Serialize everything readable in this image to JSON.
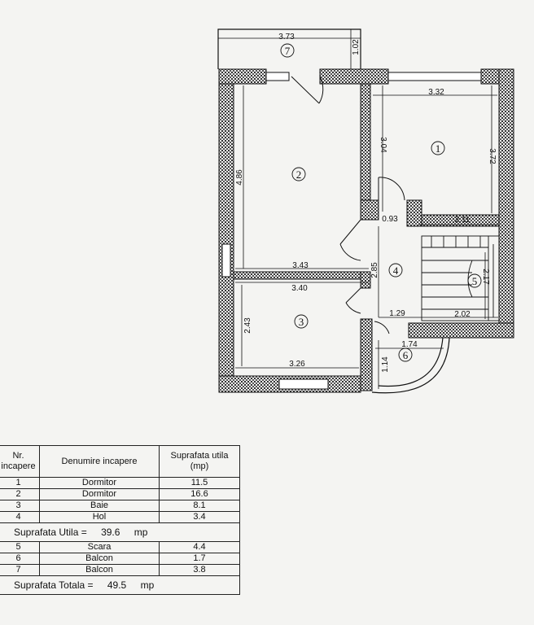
{
  "plan": {
    "dimensions": {
      "d373": "3.73",
      "d102": "1.02",
      "d332": "3.32",
      "d304": "3.04",
      "d372": "3.72",
      "d486": "4.86",
      "d093": "0.93",
      "d211": "2.11",
      "d343": "3.43",
      "d285": "2.85",
      "d340": "3.40",
      "d217": "2.17",
      "d243": "2.43",
      "d129": "1.29",
      "d202": "2.02",
      "d174": "1.74",
      "d114": "1.14",
      "d326": "3.26"
    },
    "room_numbers": [
      "1",
      "2",
      "3",
      "4",
      "5",
      "6",
      "7"
    ]
  },
  "table": {
    "headers": [
      "Nr. incapere",
      "Denumire incapere",
      "Suprafata utila (mp)"
    ],
    "rows_a": [
      {
        "nr": "1",
        "name": "Dormitor",
        "area": "11.5"
      },
      {
        "nr": "2",
        "name": "Dormitor",
        "area": "16.6"
      },
      {
        "nr": "3",
        "name": "Baie",
        "area": "8.1"
      },
      {
        "nr": "4",
        "name": "Hol",
        "area": "3.4"
      }
    ],
    "subtotal": {
      "label": "Suprafata Utila =",
      "value": "39.6",
      "unit": "mp"
    },
    "rows_b": [
      {
        "nr": "5",
        "name": "Scara",
        "area": "4.4"
      },
      {
        "nr": "6",
        "name": "Balcon",
        "area": "1.7"
      },
      {
        "nr": "7",
        "name": "Balcon",
        "area": "3.8"
      }
    ],
    "total": {
      "label": "Suprafata Totala =",
      "value": "49.5",
      "unit": "mp"
    }
  }
}
